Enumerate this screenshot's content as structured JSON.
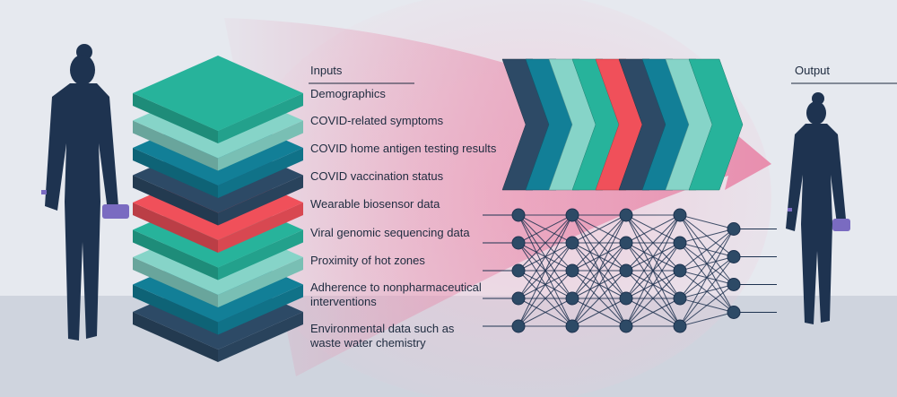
{
  "inputs_header": "Inputs",
  "output_header": "Output",
  "inputs": [
    "Demographics",
    "COVID-related symptoms",
    "COVID home antigen testing results",
    "COVID vaccination status",
    "Wearable biosensor data",
    "Viral genomic sequencing data",
    "Proximity of hot zones",
    "Adherence to nonpharmaceutical\ninterventions",
    "Environmental data such as\nwaste water chemistry"
  ],
  "layer_colors": [
    "#27b39b",
    "#86d4c8",
    "#127f97",
    "#2d4a66",
    "#f0505a",
    "#27b39b",
    "#86d4c8",
    "#127f97",
    "#2d4a66"
  ],
  "colors": {
    "navy": "#1e3350",
    "teal": "#27b39b",
    "mint": "#86d4c8",
    "petrol": "#127f97",
    "slate": "#2d4a66",
    "red": "#f0505a",
    "purple": "#7a6bc1",
    "arrow": "#e87fa3",
    "floor": "#cfd4de",
    "background": "#e6e9ef"
  },
  "network": {
    "layers": [
      5,
      5,
      5,
      5,
      4
    ]
  },
  "chevrons": [
    "#2d4a66",
    "#127f97",
    "#86d4c8",
    "#27b39b",
    "#f0505a",
    "#2d4a66",
    "#127f97",
    "#86d4c8",
    "#27b39b"
  ]
}
